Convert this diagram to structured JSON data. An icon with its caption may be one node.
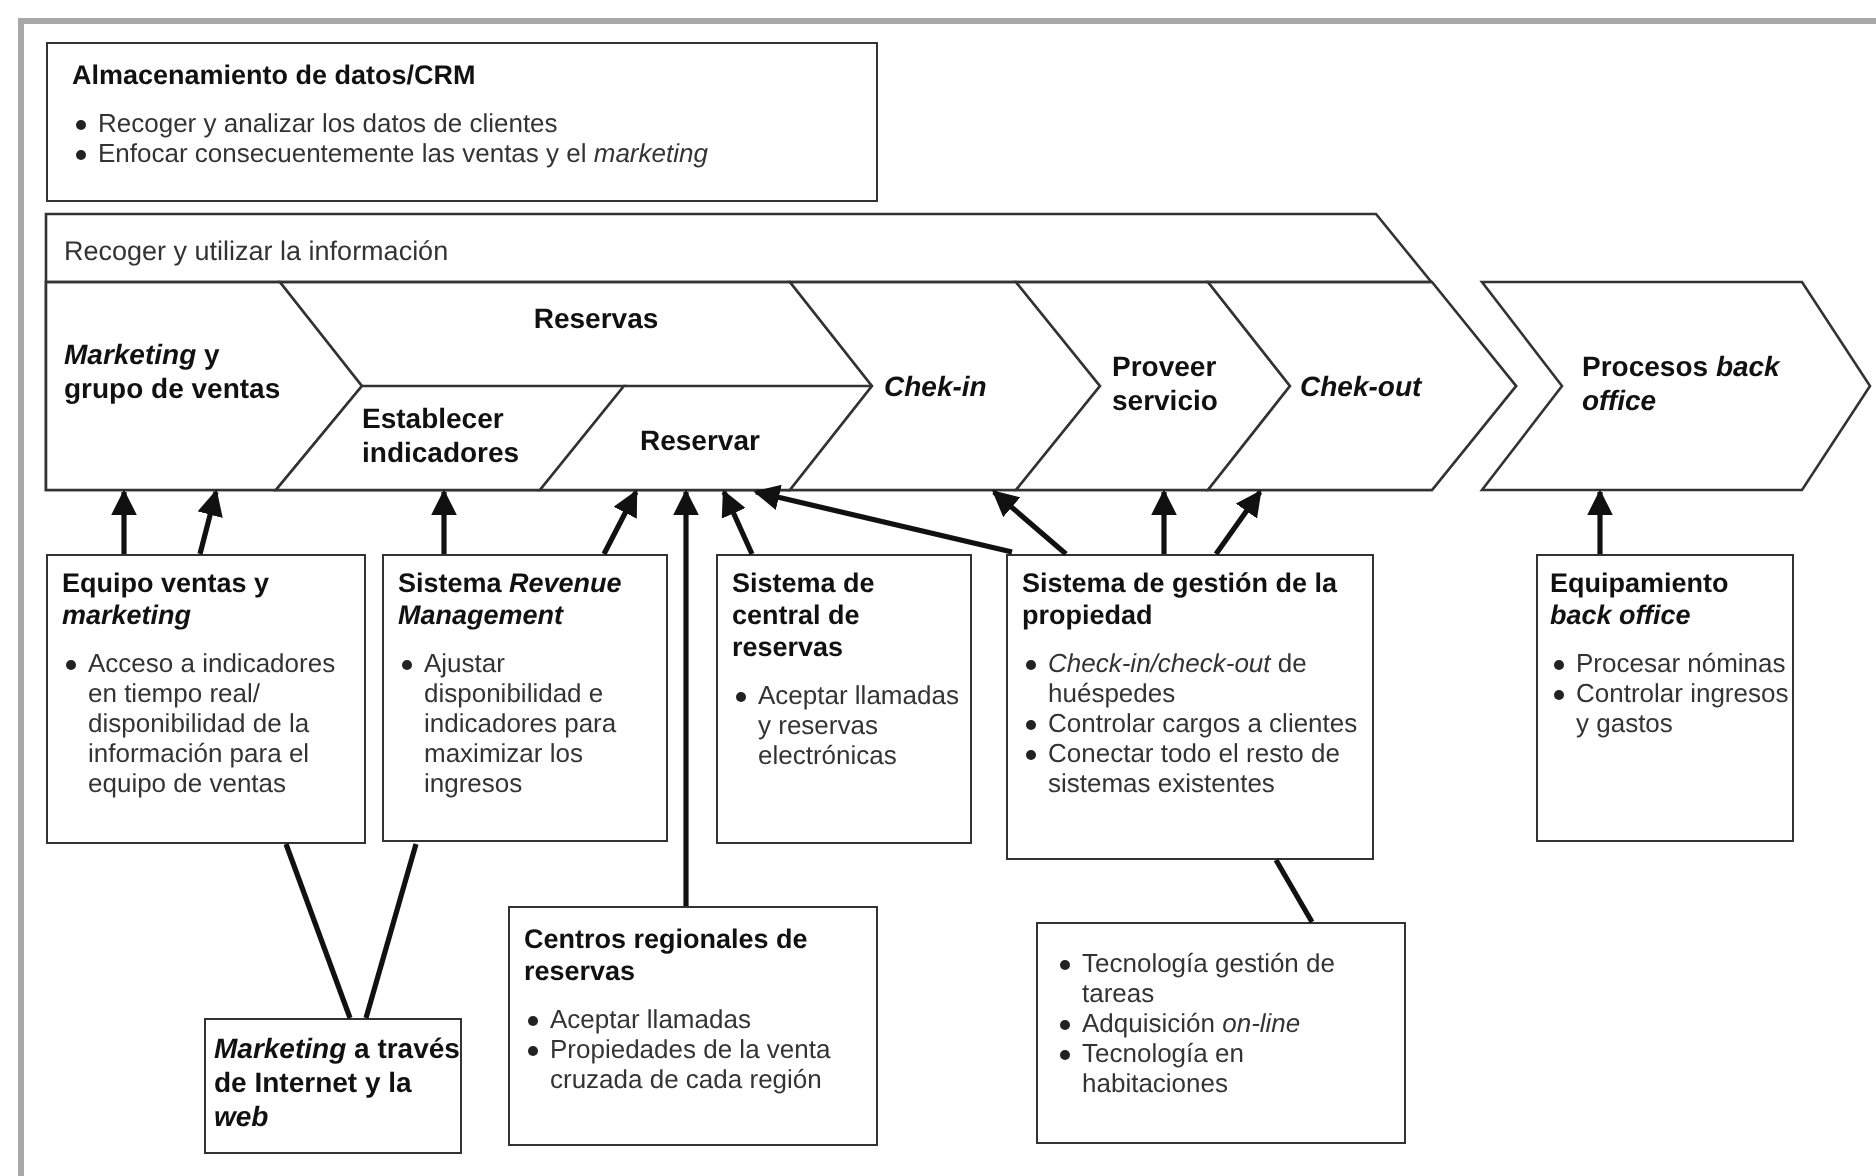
{
  "diagram": {
    "nodes": [
      {
        "text": [
          "Almacenamiento de datos/CRM",
          "Recoger y analizar los datos de clientes",
          "Enfocar consecuentemente las ventas y el *marketing*"
        ]
      },
      {
        "text": [
          "Recoger y utilizar la información"
        ]
      },
      {
        "text": [
          "*Marketing* y grupo de ventas"
        ],
        "in": 1
      },
      {
        "text": [
          "Reservas"
        ],
        "in": 1
      },
      {
        "text": [
          "Establecer indicadores"
        ],
        "in": 3
      },
      {
        "text": [
          "Reservar"
        ],
        "in": 3
      },
      {
        "text": [
          "Chek-in"
        ],
        "in": 1
      },
      {
        "text": [
          "Proveer servicio"
        ],
        "in": 1
      },
      {
        "text": [
          "Chek-out"
        ],
        "in": 1
      },
      {
        "text": [
          "Procesos *back office*"
        ]
      },
      {
        "text": [
          "Equipo ventas y *marketing*",
          "Acceso a indicadores en tiempo real/ disponibilidad de la información para el equipo de ventas"
        ]
      },
      {
        "text": [
          "Sistema *Revenue Management*",
          "Ajustar disponibilidad e indicadores para maximizar los ingresos"
        ]
      },
      {
        "text": [
          "Sistema de central de reservas",
          "Aceptar llamadas y reservas electrónicas"
        ]
      },
      {
        "text": [
          "Sistema de gestión de la propiedad",
          "*Check-in/check-out* de huéspedes",
          "Controlar cargos a clientes",
          "Conectar todo el resto de sistemas existentes"
        ]
      },
      {
        "text": [
          "Equipamiento *back office*",
          "Procesar nóminas",
          "Controlar ingresos y gastos"
        ]
      },
      {
        "text": [
          "*Marketing* a través de Internet y la *web*"
        ]
      },
      {
        "text": [
          "Centros regionales de reservas",
          "Aceptar llamadas",
          "Propiedades de la venta cruzada de cada región"
        ]
      },
      {
        "text": [
          "Tecnología gestión de tareas",
          "Adquisición *on-line*",
          "Tecnología en habitaciones"
        ]
      }
    ],
    "edges": [
      {
        "from": 10,
        "to": 2,
        "arrow": "to"
      },
      {
        "from": 10,
        "to": 2,
        "arrow": "to"
      },
      {
        "from": 11,
        "to": 4,
        "arrow": "to"
      },
      {
        "from": 11,
        "to": 5,
        "arrow": "to"
      },
      {
        "from": 16,
        "to": 5,
        "arrow": "to"
      },
      {
        "from": 12,
        "to": 5,
        "arrow": "to"
      },
      {
        "from": 13,
        "to": 5,
        "arrow": "to"
      },
      {
        "from": 13,
        "to": 6,
        "arrow": "to"
      },
      {
        "from": 13,
        "to": 7,
        "arrow": "to"
      },
      {
        "from": 13,
        "to": 8,
        "arrow": "to"
      },
      {
        "from": 14,
        "to": 9,
        "arrow": "to"
      },
      {
        "from": 15,
        "to": 10,
        "arrow": "none"
      },
      {
        "from": 15,
        "to": 11,
        "arrow": "none"
      },
      {
        "from": 13,
        "to": 17,
        "arrow": "none"
      }
    ]
  }
}
